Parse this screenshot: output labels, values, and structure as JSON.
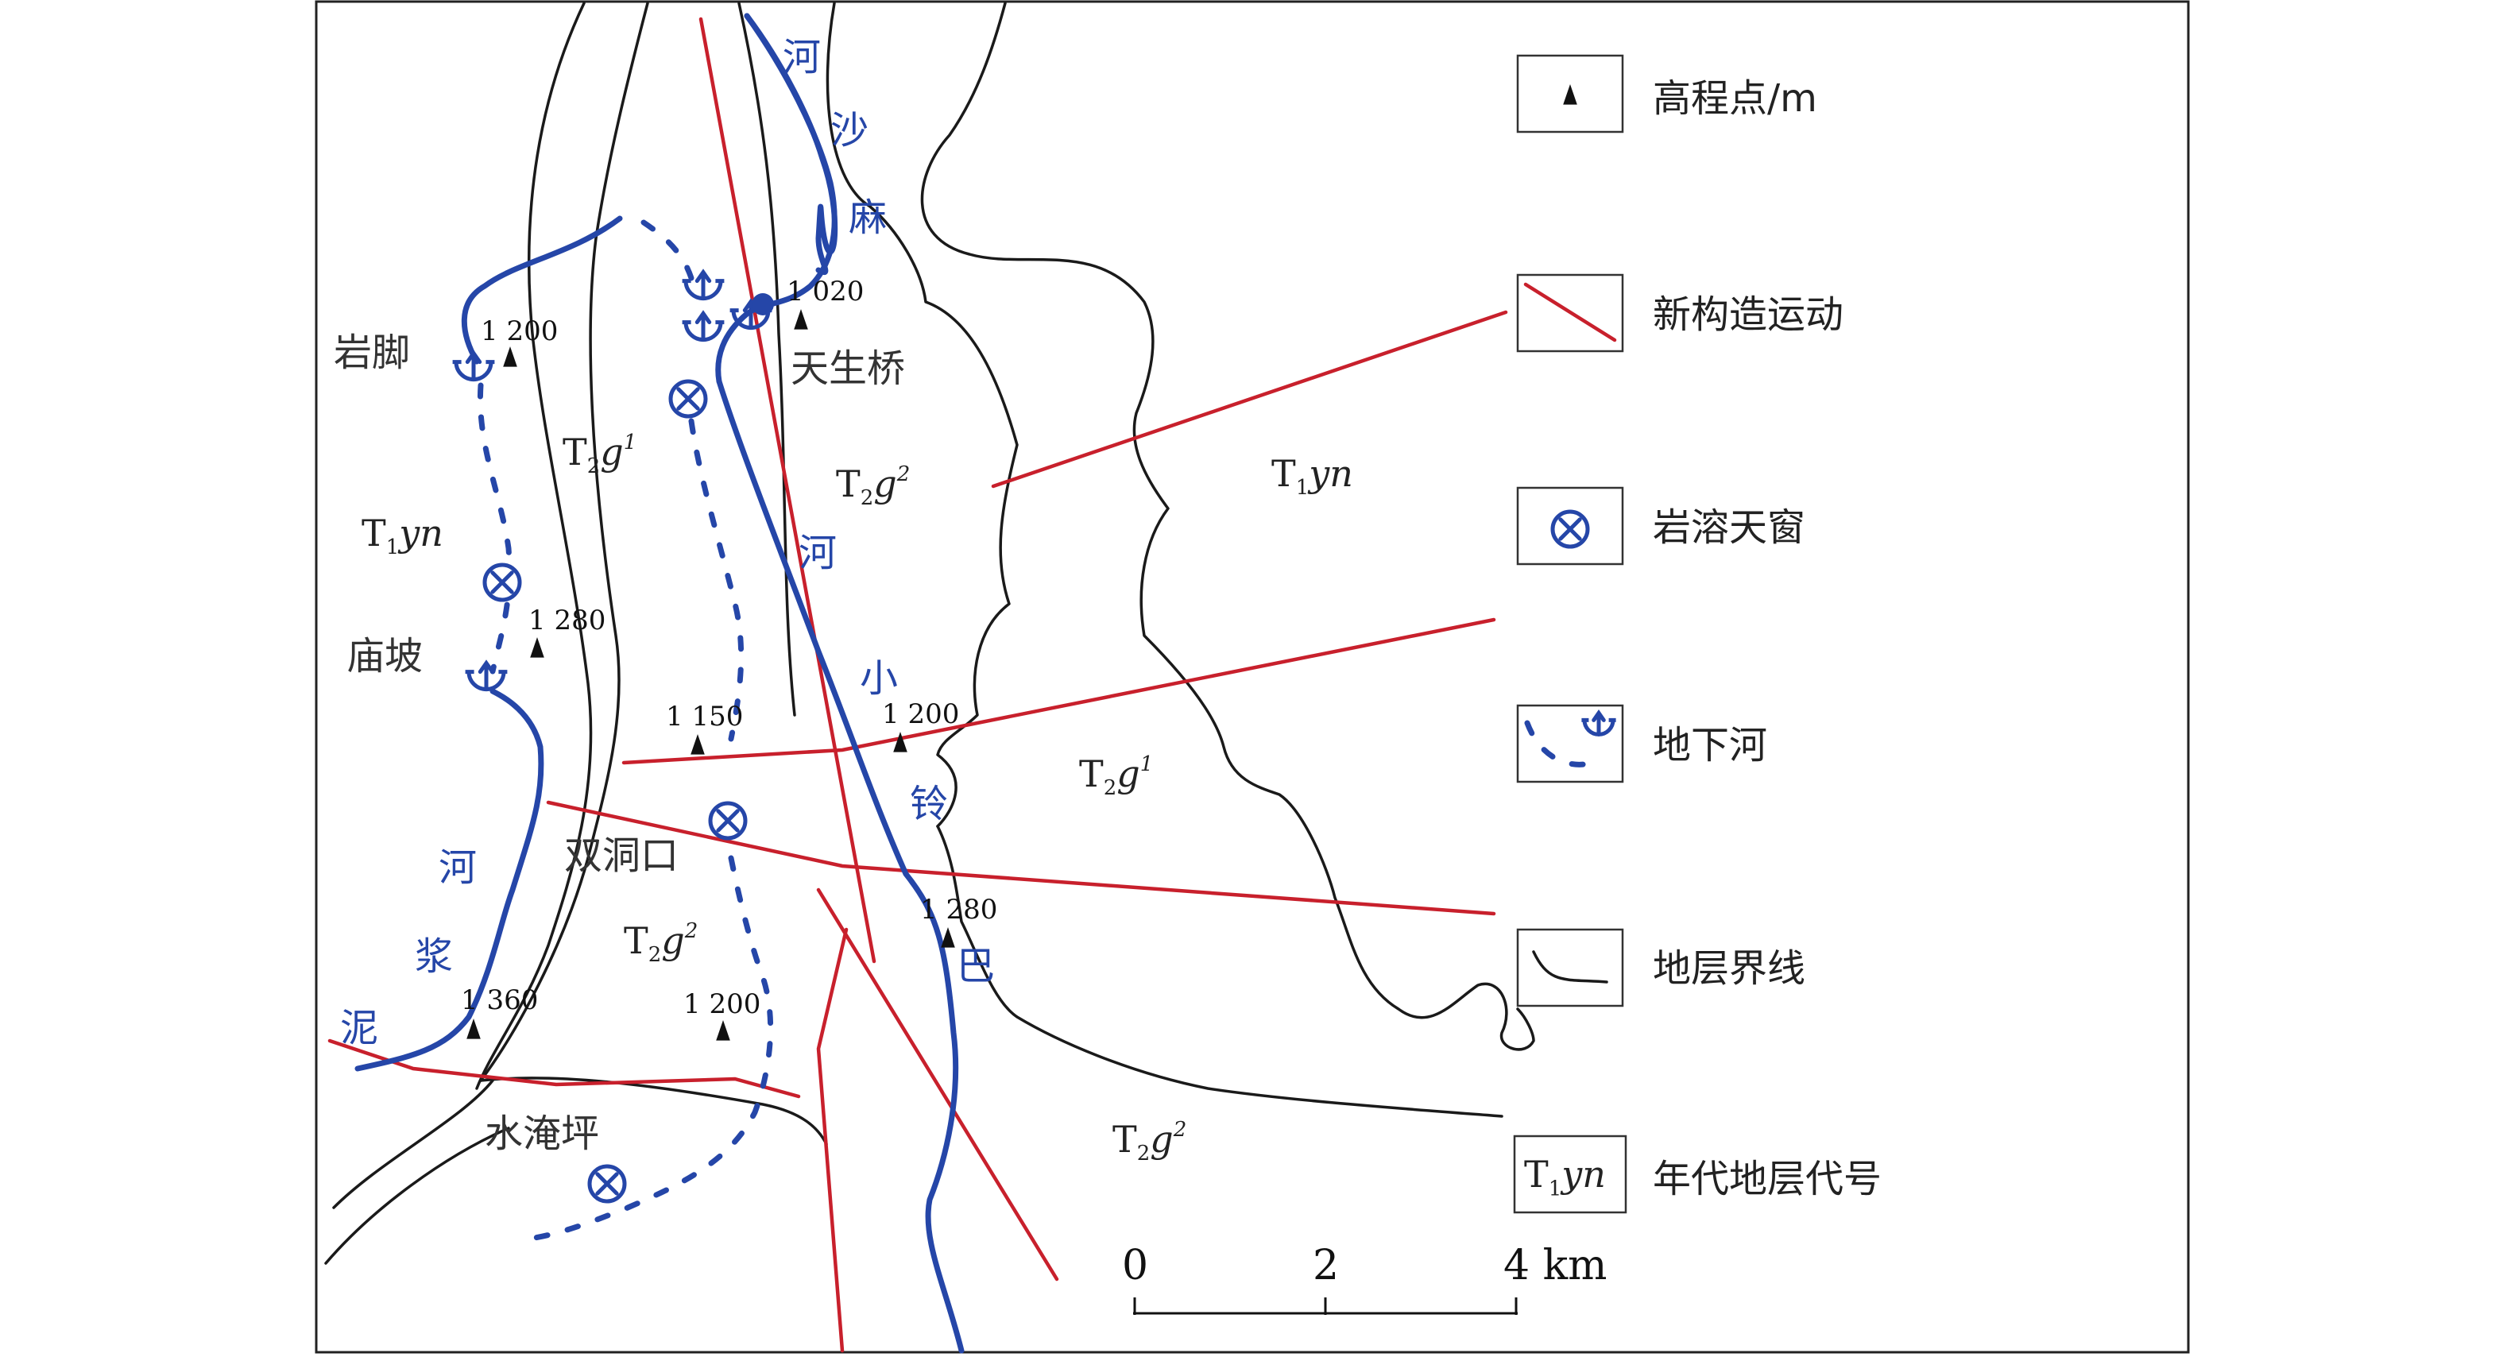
{
  "legend": [
    {
      "key": "elevation",
      "label": "高程点/m"
    },
    {
      "key": "neotectonic",
      "label": "新构造运动"
    },
    {
      "key": "karst_window",
      "label": "岩溶天窗"
    },
    {
      "key": "underground_river",
      "label": "地下河"
    },
    {
      "key": "stratum_boundary",
      "label": "地层界线"
    },
    {
      "key": "stratum_code",
      "label": "年代地层代号",
      "sample": {
        "main": "T",
        "sub": "1",
        "ital": "yn"
      }
    }
  ],
  "elevations": [
    "1 020",
    "1 200",
    "1 280",
    "1 150",
    "1 200",
    "1 280",
    "1 360",
    "1 200"
  ],
  "places": [
    "岩脚",
    "天生桥",
    "庙坡",
    "双洞口",
    "水淹坪"
  ],
  "rivers": {
    "masha": [
      "河",
      "沙",
      "麻"
    ],
    "xiaoling": [
      "河",
      "小",
      "铃",
      "巴"
    ],
    "nijiang": [
      "河",
      "浆",
      "泥"
    ]
  },
  "strata": [
    {
      "main": "T",
      "sub": "2",
      "ital": "g",
      "sup": "1"
    },
    {
      "main": "T",
      "sub": "1",
      "ital": "yn",
      "sup": ""
    },
    {
      "main": "T",
      "sub": "2",
      "ital": "g",
      "sup": "2"
    },
    {
      "main": "T",
      "sub": "1",
      "ital": "yn",
      "sup": ""
    },
    {
      "main": "T",
      "sub": "2",
      "ital": "g",
      "sup": "1"
    },
    {
      "main": "T",
      "sub": "2",
      "ital": "g",
      "sup": "2"
    },
    {
      "main": "T",
      "sub": "2",
      "ital": "g",
      "sup": "2"
    }
  ],
  "scale": {
    "ticks": [
      "0",
      "2",
      "4 km"
    ]
  },
  "colors": {
    "river": "#2546a8",
    "fault": "#c8202c",
    "stratum": "#1a1a1a"
  }
}
